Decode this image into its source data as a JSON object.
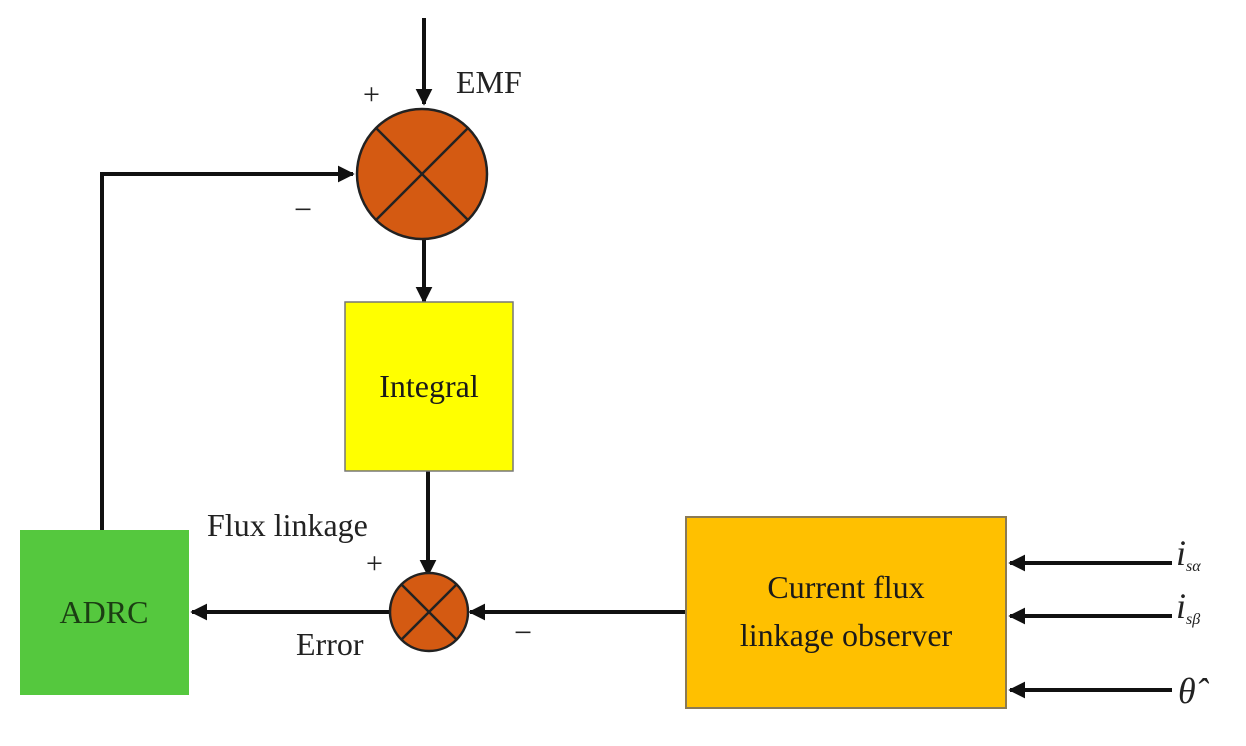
{
  "blocks": {
    "integral": {
      "label": "Integral"
    },
    "adrc": {
      "label": "ADRC"
    },
    "observer": {
      "line1": "Current flux",
      "line2": "linkage observer"
    }
  },
  "labels": {
    "emf": "EMF",
    "flux_linkage": "Flux linkage",
    "error": "Error",
    "plus": "+",
    "minus": "−"
  },
  "inputs": {
    "i_alpha": {
      "main": "i",
      "sub": "sα"
    },
    "i_beta": {
      "main": "i",
      "sub": "sβ"
    },
    "theta": {
      "main": "θ̂"
    }
  },
  "colors": {
    "summing_junction": "#d45a12",
    "integral_block": "#ffff00",
    "adrc_block": "#55c83e",
    "observer_block": "#ffc000",
    "line": "#111111"
  }
}
